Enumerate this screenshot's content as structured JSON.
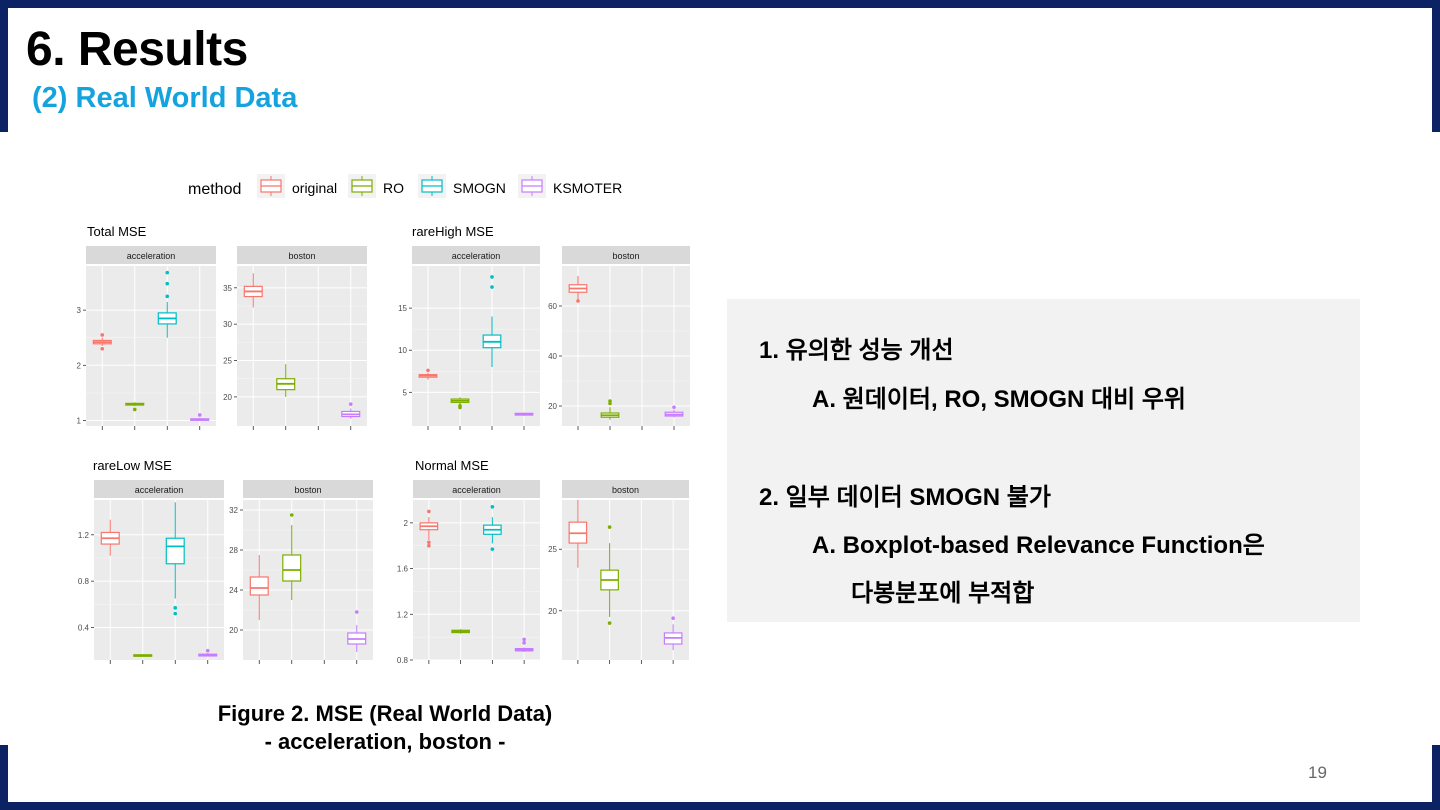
{
  "slide": {
    "title": "6. Results",
    "subtitle": "(2) Real World Data",
    "page_number": "19"
  },
  "caption": {
    "line1": "Figure 2. MSE (Real World Data)",
    "line2": "- acceleration, boston -"
  },
  "notes": {
    "item1": "1.  유의한 성능 개선",
    "item1a": "A.  원데이터, RO, SMOGN 대비 우위",
    "item2": "2.  일부 데이터 SMOGN 불가",
    "item2a": "A.  Boxplot-based Relevance Function은",
    "item2a_cont": "다봉분포에 부적합"
  },
  "colors": {
    "original": "#f8766d",
    "RO": "#7cae00",
    "SMOGN": "#00bfc4",
    "KSMOTER": "#c77cff",
    "frame": "#0b2265",
    "subtitle": "#15a3e0",
    "panel_bg": "#ebebeb",
    "strip_bg": "#d9d9d9"
  },
  "chart_data": {
    "type": "boxplot",
    "legend": {
      "title": "method",
      "entries": [
        "original",
        "RO",
        "SMOGN",
        "KSMOTER"
      ],
      "position": "top"
    },
    "facets": [
      "acceleration",
      "boston"
    ],
    "charts": [
      {
        "title": "Total MSE",
        "panels": [
          {
            "strip": "acceleration",
            "ylim": [
              0.9,
              3.8
            ],
            "yticks": [
              1,
              2,
              3
            ],
            "boxes": [
              {
                "method": "original",
                "lo": 2.35,
                "q1": 2.39,
                "med": 2.42,
                "q3": 2.45,
                "hi": 2.5,
                "outliers": [
                  2.55,
                  2.3
                ]
              },
              {
                "method": "RO",
                "lo": 1.26,
                "q1": 1.28,
                "med": 1.3,
                "q3": 1.31,
                "hi": 1.33,
                "outliers": [
                  1.2
                ]
              },
              {
                "method": "SMOGN",
                "lo": 2.5,
                "q1": 2.75,
                "med": 2.85,
                "q3": 2.95,
                "hi": 3.15,
                "outliers": [
                  3.25,
                  3.48,
                  3.68
                ]
              },
              {
                "method": "KSMOTER",
                "lo": 1.0,
                "q1": 1.01,
                "med": 1.02,
                "q3": 1.03,
                "hi": 1.05,
                "outliers": [
                  1.1
                ]
              }
            ]
          },
          {
            "strip": "boston",
            "ylim": [
              16,
              38
            ],
            "yticks": [
              20,
              25,
              30,
              35
            ],
            "boxes": [
              {
                "method": "original",
                "lo": 32.3,
                "q1": 33.8,
                "med": 34.5,
                "q3": 35.2,
                "hi": 37.0,
                "outliers": []
              },
              {
                "method": "RO",
                "lo": 20.0,
                "q1": 21.0,
                "med": 21.8,
                "q3": 22.5,
                "hi": 24.5,
                "outliers": []
              },
              {
                "method": "SMOGN",
                "lo": null,
                "q1": null,
                "med": null,
                "q3": null,
                "hi": null,
                "outliers": []
              },
              {
                "method": "KSMOTER",
                "lo": 17.0,
                "q1": 17.3,
                "med": 17.6,
                "q3": 18.0,
                "hi": 18.4,
                "outliers": [
                  19.0
                ]
              }
            ]
          }
        ]
      },
      {
        "title": "rareHigh MSE",
        "panels": [
          {
            "strip": "acceleration",
            "ylim": [
              1.0,
              20.0
            ],
            "yticks": [
              5,
              10,
              15
            ],
            "boxes": [
              {
                "method": "original",
                "lo": 6.5,
                "q1": 6.8,
                "med": 7.0,
                "q3": 7.1,
                "hi": 7.3,
                "outliers": [
                  7.6
                ]
              },
              {
                "method": "RO",
                "lo": 3.5,
                "q1": 3.8,
                "med": 4.0,
                "q3": 4.2,
                "hi": 4.4,
                "outliers": [
                  3.2,
                  3.4
                ]
              },
              {
                "method": "SMOGN",
                "lo": 8.0,
                "q1": 10.3,
                "med": 11.0,
                "q3": 11.8,
                "hi": 14.0,
                "outliers": [
                  17.5,
                  18.7
                ]
              },
              {
                "method": "KSMOTER",
                "lo": 2.2,
                "q1": 2.3,
                "med": 2.4,
                "q3": 2.5,
                "hi": 2.6,
                "outliers": []
              }
            ]
          },
          {
            "strip": "boston",
            "ylim": [
              12,
              76
            ],
            "yticks": [
              20,
              40,
              60
            ],
            "boxes": [
              {
                "method": "original",
                "lo": 62,
                "q1": 65.5,
                "med": 67,
                "q3": 68.5,
                "hi": 72,
                "outliers": [
                  62
                ]
              },
              {
                "method": "RO",
                "lo": 14.5,
                "q1": 15.5,
                "med": 16.3,
                "q3": 17.2,
                "hi": 19.5,
                "outliers": [
                  21,
                  22
                ]
              },
              {
                "method": "SMOGN",
                "lo": null,
                "q1": null,
                "med": null,
                "q3": null,
                "hi": null,
                "outliers": []
              },
              {
                "method": "KSMOTER",
                "lo": 15.5,
                "q1": 16,
                "med": 16.6,
                "q3": 17.5,
                "hi": 18.5,
                "outliers": [
                  19.5
                ]
              }
            ]
          }
        ]
      },
      {
        "title": "rareLow MSE",
        "panels": [
          {
            "strip": "acceleration",
            "ylim": [
              0.12,
              1.5
            ],
            "yticks": [
              0.4,
              0.8,
              1.2
            ],
            "boxes": [
              {
                "method": "original",
                "lo": 1.02,
                "q1": 1.12,
                "med": 1.17,
                "q3": 1.22,
                "hi": 1.33,
                "outliers": []
              },
              {
                "method": "RO",
                "lo": 0.15,
                "q1": 0.16,
                "med": 0.16,
                "q3": 0.165,
                "hi": 0.17,
                "outliers": []
              },
              {
                "method": "SMOGN",
                "lo": 0.65,
                "q1": 0.95,
                "med": 1.1,
                "q3": 1.17,
                "hi": 1.48,
                "outliers": [
                  0.57,
                  0.52
                ]
              },
              {
                "method": "KSMOTER",
                "lo": 0.15,
                "q1": 0.155,
                "med": 0.16,
                "q3": 0.17,
                "hi": 0.18,
                "outliers": [
                  0.2
                ]
              }
            ]
          },
          {
            "strip": "boston",
            "ylim": [
              17,
              33
            ],
            "yticks": [
              20,
              24,
              28,
              32
            ],
            "boxes": [
              {
                "method": "original",
                "lo": 21.0,
                "q1": 23.5,
                "med": 24.2,
                "q3": 25.3,
                "hi": 27.5,
                "outliers": []
              },
              {
                "method": "RO",
                "lo": 23.0,
                "q1": 24.9,
                "med": 26.0,
                "q3": 27.5,
                "hi": 30.5,
                "outliers": [
                  31.5
                ]
              },
              {
                "method": "SMOGN",
                "lo": null,
                "q1": null,
                "med": null,
                "q3": null,
                "hi": null,
                "outliers": []
              },
              {
                "method": "KSMOTER",
                "lo": 17.8,
                "q1": 18.6,
                "med": 19.1,
                "q3": 19.7,
                "hi": 20.5,
                "outliers": [
                  21.8
                ]
              }
            ]
          }
        ]
      },
      {
        "title": "Normal MSE",
        "panels": [
          {
            "strip": "acceleration",
            "ylim": [
              0.8,
              2.2
            ],
            "yticks": [
              0.8,
              1.2,
              1.6,
              2.0
            ],
            "boxes": [
              {
                "method": "original",
                "lo": 1.85,
                "q1": 1.94,
                "med": 1.97,
                "q3": 2.0,
                "hi": 2.05,
                "outliers": [
                  2.1,
                  1.83,
                  1.8
                ]
              },
              {
                "method": "RO",
                "lo": 1.03,
                "q1": 1.04,
                "med": 1.05,
                "q3": 1.06,
                "hi": 1.07,
                "outliers": []
              },
              {
                "method": "SMOGN",
                "lo": 1.82,
                "q1": 1.9,
                "med": 1.94,
                "q3": 1.98,
                "hi": 2.05,
                "outliers": [
                  2.14,
                  1.77
                ]
              },
              {
                "method": "KSMOTER",
                "lo": 0.87,
                "q1": 0.88,
                "med": 0.89,
                "q3": 0.9,
                "hi": 0.91,
                "outliers": [
                  0.95,
                  0.98
                ]
              }
            ]
          },
          {
            "strip": "boston",
            "ylim": [
              16,
              29
            ],
            "yticks": [
              20,
              25
            ],
            "boxes": [
              {
                "method": "original",
                "lo": 23.5,
                "q1": 25.5,
                "med": 26.3,
                "q3": 27.2,
                "hi": 29.0,
                "outliers": []
              },
              {
                "method": "RO",
                "lo": 19.5,
                "q1": 21.7,
                "med": 22.5,
                "q3": 23.3,
                "hi": 25.5,
                "outliers": [
                  26.8,
                  19.0
                ]
              },
              {
                "method": "SMOGN",
                "lo": null,
                "q1": null,
                "med": null,
                "q3": null,
                "hi": null,
                "outliers": []
              },
              {
                "method": "KSMOTER",
                "lo": 16.8,
                "q1": 17.3,
                "med": 17.8,
                "q3": 18.2,
                "hi": 18.9,
                "outliers": [
                  19.4
                ]
              }
            ]
          }
        ]
      }
    ]
  }
}
